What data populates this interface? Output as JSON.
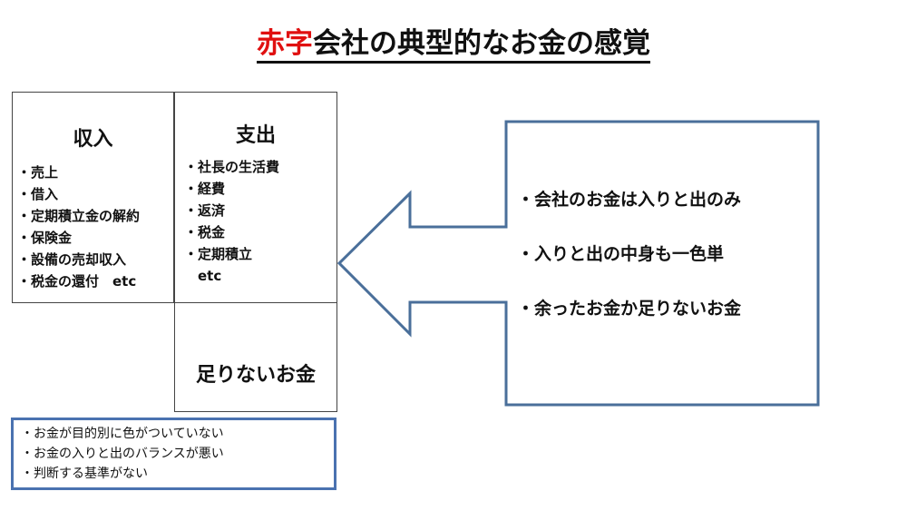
{
  "title": {
    "red": "赤字",
    "rest": "会社の典型的なお金の感覚"
  },
  "income": {
    "heading": "収入",
    "items": [
      "・売上",
      "・借入",
      "・定期積立金の解約",
      "・保険金",
      "・設備の売却収入",
      "・税金の還付　etc"
    ]
  },
  "expense": {
    "heading": "支出",
    "items": [
      "・社長の生活費",
      "・経費",
      "・返済",
      "・税金",
      "・定期積立",
      "　etc"
    ]
  },
  "shortfall": {
    "label": "足りないお金"
  },
  "notes": [
    "・お金が目的別に色がついていない",
    "・お金の入りと出のバランスが悪い",
    "・判断する基準がない"
  ],
  "points": [
    "・会社のお金は入りと出のみ",
    "・入りと出の中身も一色単",
    "・余ったお金か足りないお金"
  ],
  "colors": {
    "accent": "#e01010",
    "blue": "#4a72b0"
  }
}
